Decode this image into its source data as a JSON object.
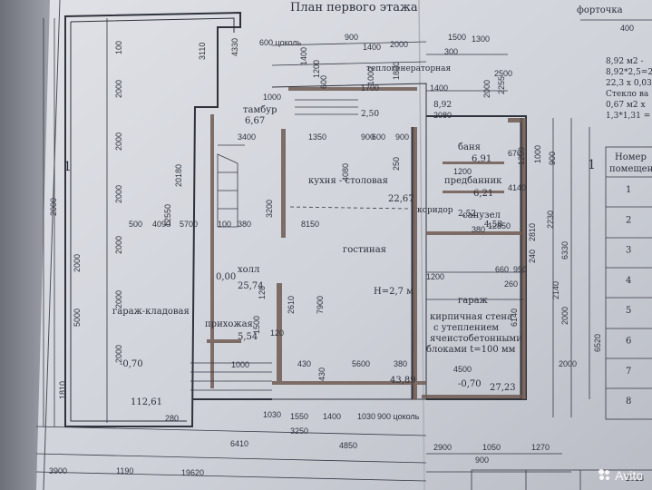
{
  "sheet": {
    "title": "План первого этажа",
    "window_label": "форточка",
    "calc_lines": [
      "8,92 м2 -",
      "8,92*2,5=2",
      "22,3 х 0,03",
      "Стекло ва",
      "0,67 м2 х",
      "1,3*1,31 ="
    ],
    "table_header": [
      "Номер",
      "помещен"
    ],
    "table_rows": [
      "1",
      "2",
      "3",
      "4",
      "5",
      "6",
      "7",
      "8"
    ],
    "section_marks": [
      "1",
      "1"
    ],
    "rooms": [
      {
        "name": "тамбур",
        "area": "6,67"
      },
      {
        "name": "кухня - столовая",
        "area": "22,67"
      },
      {
        "name": "баня",
        "area": "6,91"
      },
      {
        "name": "предбанник",
        "area": "6,21"
      },
      {
        "name": "коридор",
        "area": "2,52"
      },
      {
        "name": "санузел",
        "area": "4,58"
      },
      {
        "name": "теплогенераторная",
        "area": "8,92"
      },
      {
        "name": "гостиная",
        "area": ""
      },
      {
        "name": "холл",
        "area": "25,74"
      },
      {
        "name": "прихожая",
        "area": "5,54"
      },
      {
        "name": "гараж-кладовая",
        "area": "112,61"
      },
      {
        "name": "гараж",
        "area": "27,23"
      }
    ],
    "levels": [
      "0,00",
      "-0,70",
      "-0,70"
    ],
    "extra_labels": [
      "H=2,7 м",
      "43,89",
      "2,50",
      "2080"
    ],
    "note_lines": [
      "кирпичная стена",
      "с утеплением",
      "ячеистобетонными",
      "блоками t=100 мм"
    ],
    "dimensions": [
      "900",
      "1400",
      "2000",
      "1500",
      "300",
      "1300",
      "400",
      "2500",
      "600 цоколь",
      "3110",
      "4330",
      "1400",
      "1200",
      "600",
      "1000",
      "1800",
      "1000",
      "3400",
      "1700",
      "1400",
      "2000",
      "2255",
      "1350",
      "900",
      "600",
      "900",
      "1200",
      "1000",
      "900",
      "670",
      "1200",
      "4140",
      "500",
      "5700",
      "100",
      "380",
      "3200",
      "8150",
      "380",
      "2810",
      "2230",
      "6330",
      "12850",
      "1200",
      "660",
      "950",
      "240",
      "260",
      "2140",
      "2610",
      "120",
      "120",
      "1500",
      "1000",
      "7900",
      "5600",
      "380",
      "430",
      "430",
      "4500",
      "6140",
      "2000",
      "6520",
      "1810",
      "280",
      "1030",
      "1550",
      "1400",
      "1030",
      "900 цоколь",
      "3250",
      "6410",
      "4850",
      "900",
      "2900",
      "1050",
      "1270",
      "3900",
      "1190",
      "19620",
      "12550",
      "20180",
      "2000",
      "2000",
      "2000",
      "2000",
      "2000",
      "2000",
      "2000",
      "100",
      "4090",
      "4080",
      "250",
      "2000",
      "2000",
      "5000"
    ],
    "stamp_text": "2013"
  },
  "watermark": {
    "text": "Avito"
  }
}
